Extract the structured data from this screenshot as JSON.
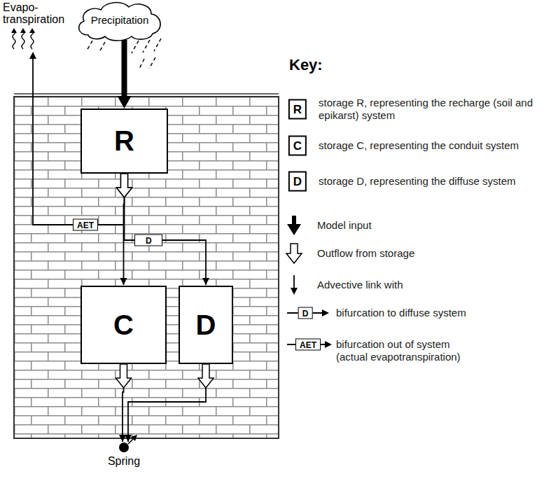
{
  "diagram": {
    "nodes": [
      {
        "text": [
          "Precipitation"
        ]
      },
      {
        "text": [
          "R"
        ]
      },
      {
        "text": [
          "C"
        ]
      },
      {
        "text": [
          "D"
        ]
      },
      {
        "text": [
          "Spring"
        ]
      }
    ],
    "edges": [
      {
        "from": 0,
        "to": 1,
        "arrow": "to"
      },
      {
        "from": 1,
        "to": 2,
        "arrow": "to"
      },
      {
        "from": 1,
        "to": 3,
        "label": "D",
        "arrow": "to"
      },
      {
        "from": 2,
        "to": 4,
        "arrow": "to"
      },
      {
        "from": 3,
        "to": 4,
        "arrow": "to"
      }
    ],
    "labels": [
      "Evapo- transpiration",
      "AET",
      "Key:",
      "R",
      "C",
      "D",
      "D",
      "AET"
    ],
    "legend": [
      {
        "text": "storage R, representing the recharge (soil and epikarst) system"
      },
      {
        "text": "storage C, representing the conduit system"
      },
      {
        "text": "storage D, representing the diffuse system"
      },
      {
        "text": "Model input"
      },
      {
        "text": "Outflow from storage"
      },
      {
        "text": "Advective link with"
      },
      {
        "text": "bifurcation to diffuse system"
      },
      {
        "text": "bifurcation out of system (actual evapotranspiration)"
      }
    ]
  }
}
